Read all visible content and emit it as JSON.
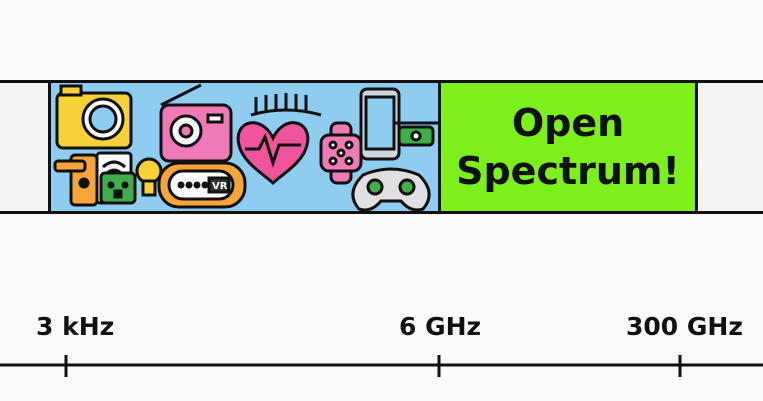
{
  "open_spectrum": {
    "line1": "Open",
    "line2": "Spectrum!"
  },
  "devices_panel": {
    "icons": [
      "camera-icon",
      "radio-icon",
      "wifi-antenna-icon",
      "heart-rate-icon",
      "smartwatch-icon",
      "smartphone-icon",
      "drone-icon",
      "door-lock-icon",
      "wifi-router-icon",
      "smart-plug-icon",
      "light-bulb-icon",
      "vr-headset-icon",
      "game-controller-icon"
    ],
    "vr_label": "VR"
  },
  "axis": {
    "ticks": [
      {
        "label": "3 kHz"
      },
      {
        "label": "6 GHz"
      },
      {
        "label": "300 GHz"
      }
    ]
  },
  "colors": {
    "devices_bg": "#8ecdf0",
    "open_bg": "#7cf01a",
    "outline": "#111111"
  }
}
